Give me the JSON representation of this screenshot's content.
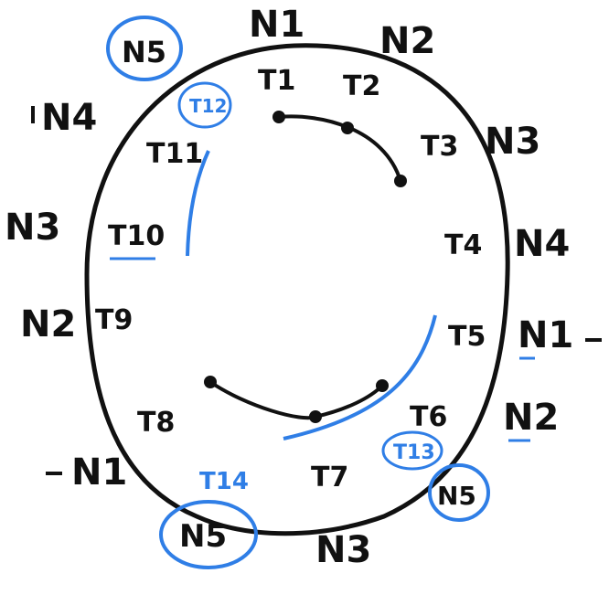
{
  "colors": {
    "ink": "#111111",
    "blue": "#2f7ee6",
    "background": "#ffffff"
  },
  "nodes": [
    {
      "id": "n-top",
      "label": "N1"
    },
    {
      "id": "n-top-circled",
      "label": "N5"
    },
    {
      "id": "n-top-right",
      "label": "N2"
    },
    {
      "id": "n-right-upper",
      "label": "N3"
    },
    {
      "id": "n-right",
      "label": "N4"
    },
    {
      "id": "n-right-lower",
      "label": "N1"
    },
    {
      "id": "n-bottom-right",
      "label": "N2"
    },
    {
      "id": "n-bottom-right-circled",
      "label": "N5"
    },
    {
      "id": "n-bottom",
      "label": "N3"
    },
    {
      "id": "n-bottom-circled",
      "label": "N5"
    },
    {
      "id": "n-bottom-left",
      "label": "N1"
    },
    {
      "id": "n-left-lower",
      "label": "N2"
    },
    {
      "id": "n-left",
      "label": "N3"
    },
    {
      "id": "n-left-upper",
      "label": "N4"
    }
  ],
  "tokens": [
    {
      "id": "t1",
      "label": "T1"
    },
    {
      "id": "t2",
      "label": "T2"
    },
    {
      "id": "t3",
      "label": "T3"
    },
    {
      "id": "t4",
      "label": "T4"
    },
    {
      "id": "t5",
      "label": "T5"
    },
    {
      "id": "t6",
      "label": "T6"
    },
    {
      "id": "t7",
      "label": "T7"
    },
    {
      "id": "t8",
      "label": "T8"
    },
    {
      "id": "t9",
      "label": "T9"
    },
    {
      "id": "t10",
      "label": "T10"
    },
    {
      "id": "t11",
      "label": "T11"
    },
    {
      "id": "t12",
      "label": "T12"
    },
    {
      "id": "t13",
      "label": "T13"
    },
    {
      "id": "t14",
      "label": "T14"
    }
  ]
}
